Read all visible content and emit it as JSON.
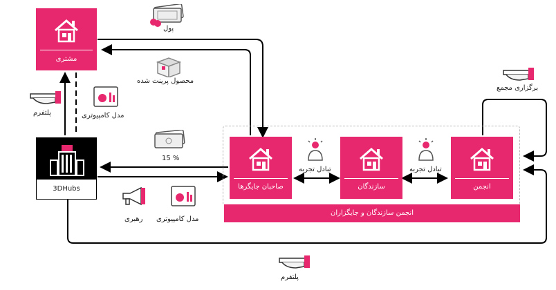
{
  "nodes": {
    "customer": "مشتری",
    "hubs": "3DHubs",
    "hub_owners": "صاحبان جایگرها",
    "makers": "سازندگان",
    "community": "انجمن"
  },
  "band_label": "انجمن سازندگان و جایگزاران",
  "labels": {
    "money": "پول",
    "printed_product": "محصول پرینت شده",
    "platform_left": "پلتفرم",
    "computer_model_left": "مدل کامپیوتری",
    "percent": "15 %",
    "experience_exchange_1": "تبادل تجربه",
    "experience_exchange_2": "تبادل تجربه",
    "hold_event": "برگزاری مجمع",
    "guidance": "رهبری",
    "computer_model_bottom": "مدل کامپیوتری",
    "platform_bottom": "پلتفرم"
  },
  "colors": {
    "accent": "#e8286e",
    "line": "#000000",
    "text": "#222222"
  },
  "icons": {
    "money": "money-icon",
    "box": "box-icon",
    "hand": "hand-platform-icon",
    "document": "document-chart-icon",
    "idea": "idea-person-icon",
    "megaphone": "megaphone-icon",
    "house": "house-icon",
    "building": "building-icon"
  }
}
